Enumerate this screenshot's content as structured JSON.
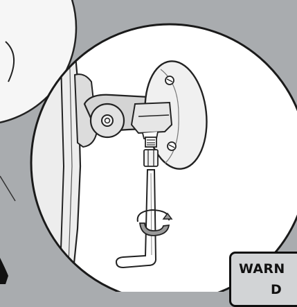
{
  "figure": {
    "description_icons": [
      "speaker-wall-bracket",
      "hex-allen-key",
      "rotate-arrow"
    ],
    "callout": {
      "title": "WARN",
      "second_line": "D"
    }
  }
}
